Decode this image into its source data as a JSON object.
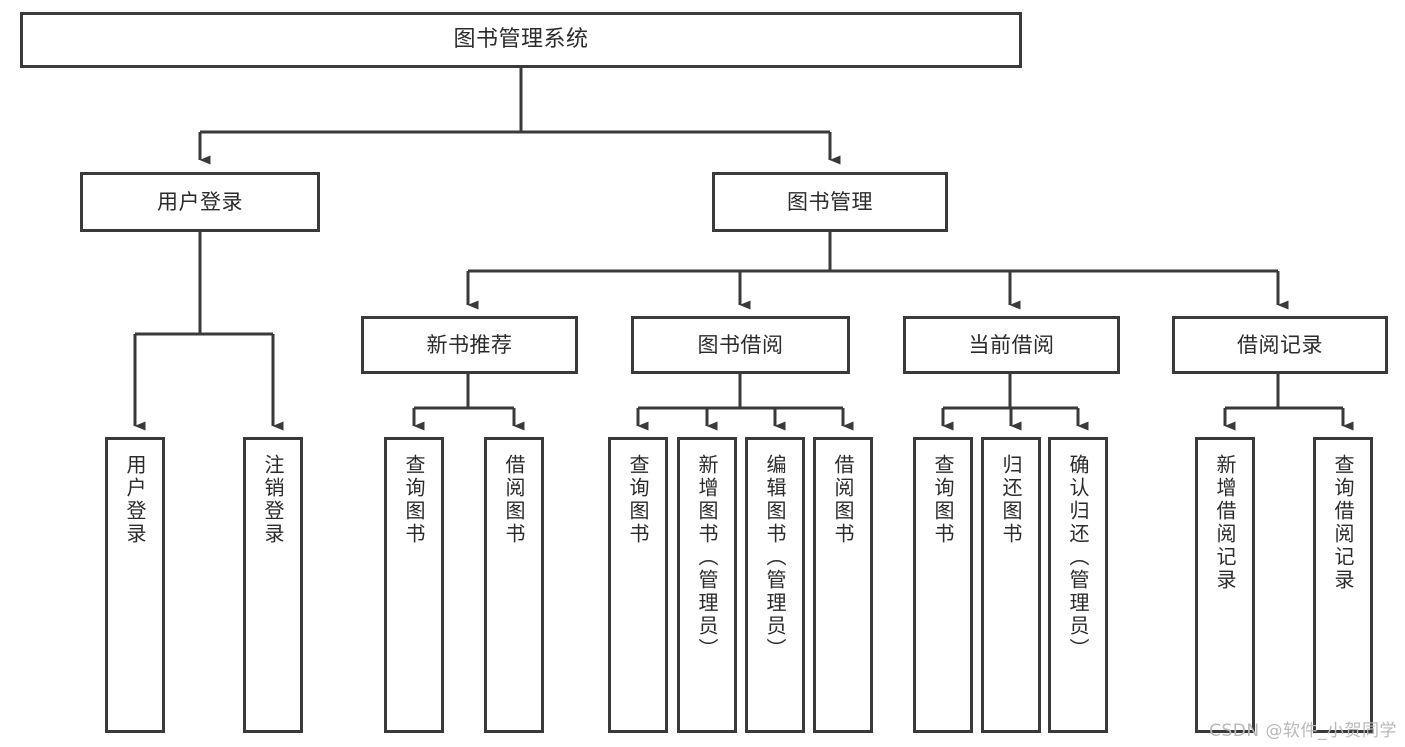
{
  "diagram": {
    "title": "图书管理系统",
    "watermark": "CSDN @软件_小贺同学",
    "line_color": "#3a3a3a",
    "text_color": "#2b2b2b",
    "background": "#ffffff",
    "nodes": {
      "root": "图书管理系统",
      "level1": [
        "用户登录",
        "图书管理"
      ],
      "level2": [
        "新书推荐",
        "图书借阅",
        "当前借阅",
        "借阅记录"
      ],
      "leaves": {
        "user_login": [
          "用户登录",
          "注销登录"
        ],
        "new_book_recommend": [
          "查询图书",
          "借阅图书"
        ],
        "book_borrow": [
          "查询图书",
          "新增图书（管理员）",
          "编辑图书（管理员）",
          "借阅图书"
        ],
        "current_borrow": [
          "查询图书",
          "归还图书",
          "确认归还（管理员）"
        ],
        "borrow_record": [
          "新增借阅记录",
          "查询借阅记录"
        ]
      }
    }
  }
}
